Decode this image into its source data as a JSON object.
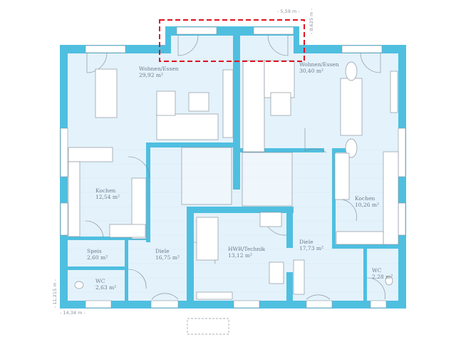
{
  "plan": {
    "colors": {
      "wall": "#4fbfe0",
      "floor": "#e4f2fb",
      "highlight": "#e0101e",
      "text": "#6e7d8c"
    },
    "rooms": [
      {
        "name": "Wohnen/Essen",
        "area": "29,92 m²"
      },
      {
        "name": "Wohnen/Essen",
        "area": "30,40 m²"
      },
      {
        "name": "Kochen",
        "area": "12,54 m²"
      },
      {
        "name": "Kochen",
        "area": "10,26 m²"
      },
      {
        "name": "Speis",
        "area": "2,60 m²"
      },
      {
        "name": "Diele",
        "area": "16,75 m²"
      },
      {
        "name": "HWR/Technik",
        "area": "13,12 m²"
      },
      {
        "name": "Diele",
        "area": "17,73 m²"
      },
      {
        "name": "WC",
        "area": "2,63 m²"
      },
      {
        "name": "WC",
        "area": "2,28 m²"
      }
    ],
    "dimensions": {
      "bay_width": "- 5,59 m -",
      "bay_depth": "- 0,625 m -",
      "total_depth": "- 11,215 m -",
      "total_width": "- 14,34 m -"
    }
  }
}
